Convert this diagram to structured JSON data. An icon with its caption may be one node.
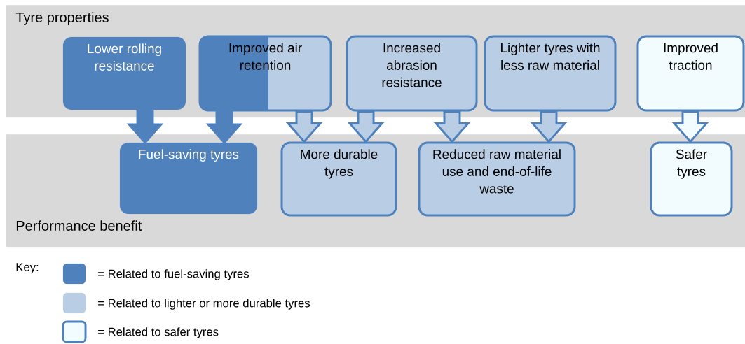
{
  "diagram": {
    "nodes": [
      {
        "text": [
          "Tyre properties"
        ]
      },
      {
        "text": [
          "Lower rolling resistance"
        ],
        "in": 0
      },
      {
        "text": [
          "Improved air retention"
        ],
        "in": 0
      },
      {
        "text": [
          "Increased abrasion resistance"
        ],
        "in": 0
      },
      {
        "text": [
          "Lighter tyres with less raw material"
        ],
        "in": 0
      },
      {
        "text": [
          "Improved traction"
        ],
        "in": 0
      },
      {
        "text": [
          "Performance benefit"
        ]
      },
      {
        "text": [
          "Fuel-saving tyres"
        ],
        "in": 6
      },
      {
        "text": [
          "More durable tyres"
        ],
        "in": 6
      },
      {
        "text": [
          "Reduced raw material use and end-of-life waste"
        ],
        "in": 6
      },
      {
        "text": [
          "Safer tyres"
        ],
        "in": 6
      }
    ],
    "edges": [
      {
        "from": 1,
        "to": 7,
        "arrow": "to",
        "color": "#4f81bd"
      },
      {
        "from": 2,
        "to": 7,
        "arrow": "to",
        "color": "#4f81bd"
      },
      {
        "from": 2,
        "to": 8,
        "arrow": "to"
      },
      {
        "from": 3,
        "to": 8,
        "arrow": "to"
      },
      {
        "from": 3,
        "to": 9,
        "arrow": "to"
      },
      {
        "from": 4,
        "to": 9,
        "arrow": "to"
      },
      {
        "from": 5,
        "to": 10,
        "arrow": "to",
        "color": "#f2fcff"
      }
    ],
    "labels": [
      "Key:"
    ],
    "legend": [
      {
        "text": "= Related to fuel-saving tyres",
        "color": "#4f81bd"
      },
      {
        "text": "= Related to lighter or more durable tyres",
        "color": "#b9cde5"
      },
      {
        "text": "= Related to safer tyres",
        "color": "#f2fcff"
      }
    ]
  }
}
